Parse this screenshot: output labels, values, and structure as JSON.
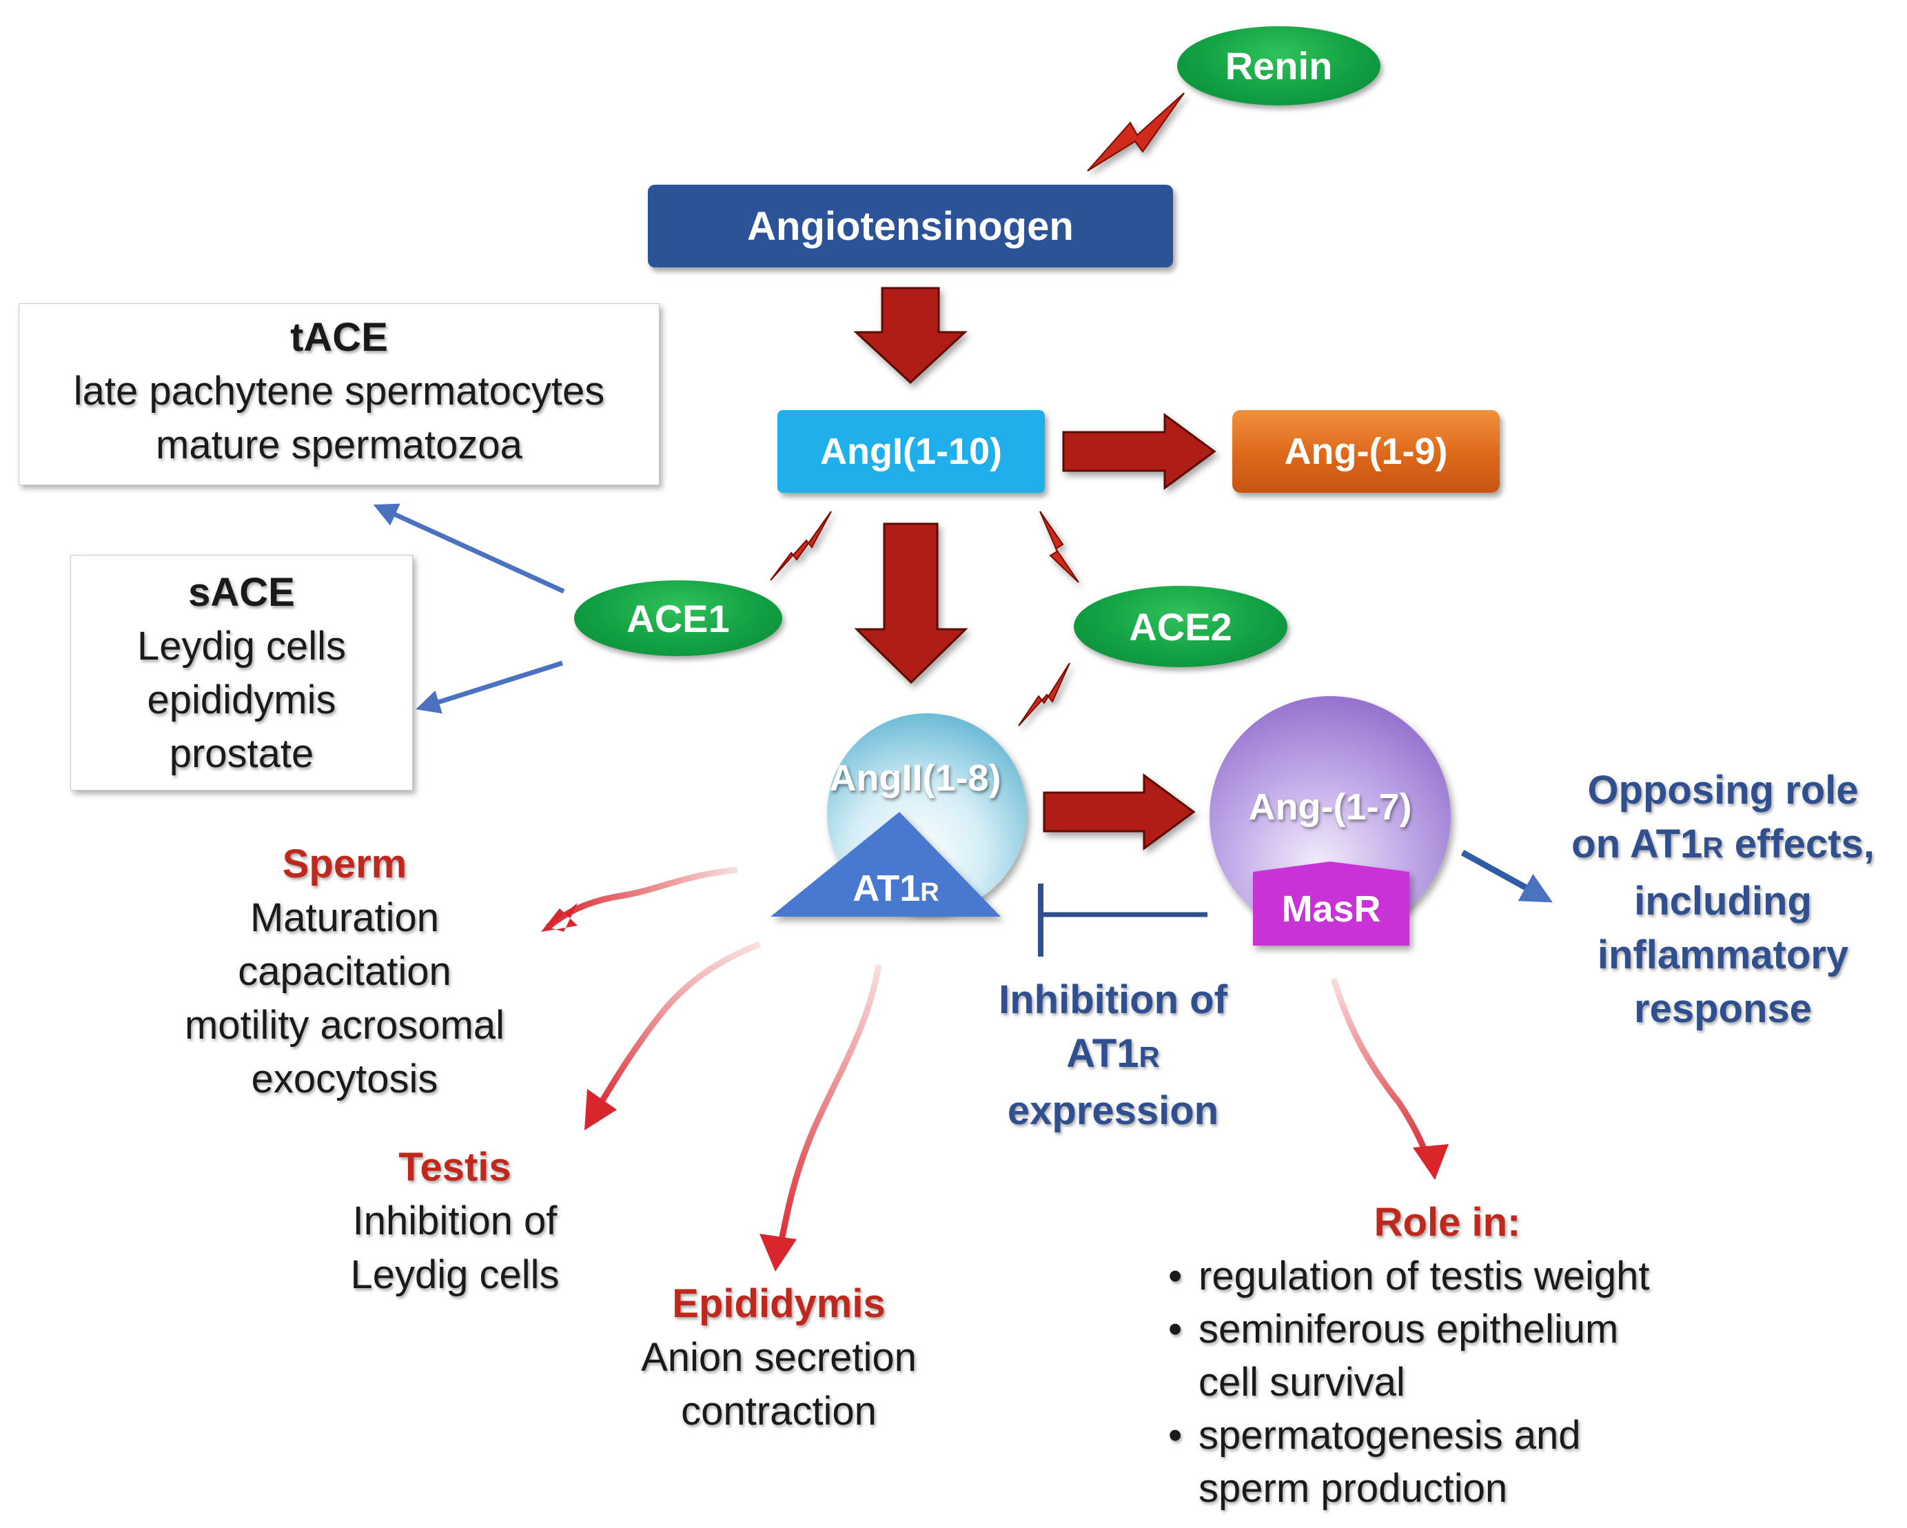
{
  "nodes": {
    "renin": "Renin",
    "angiotensinogen": "Angiotensinogen",
    "ang_1_10": "AngI(1-10)",
    "ang_1_9": "Ang-(1-9)",
    "ace1": "ACE1",
    "ace2": "ACE2",
    "ang_ii": "AngII(1-8)",
    "at1r": {
      "main": "AT1",
      "sub": "R"
    },
    "ang_1_7": "Ang-(1-7)",
    "masr": "MasR"
  },
  "tace_box": {
    "title": "tACE",
    "lines": [
      "late pachytene spermatocytes",
      "mature spermatozoa"
    ]
  },
  "sace_box": {
    "title": "sACE",
    "lines": [
      "Leydig cells",
      "epididymis",
      "prostate"
    ]
  },
  "sperm": {
    "title": "Sperm",
    "lines": [
      "Maturation",
      "capacitation",
      "motility acrosomal",
      "exocytosis"
    ]
  },
  "testis": {
    "title": "Testis",
    "lines": [
      "Inhibition of",
      "Leydig cells"
    ]
  },
  "epididymis": {
    "title": "Epididymis",
    "lines": [
      "Anion secretion",
      "contraction"
    ]
  },
  "inhibition": {
    "line1": "Inhibition of",
    "line2_main": "AT1",
    "line2_sub": "R",
    "line3": "expression"
  },
  "opposing": {
    "line1": "Opposing role",
    "line2_pre": "on AT1",
    "line2_sub": "R",
    "line2_post": " effects,",
    "line3": "including",
    "line4": "inflammatory",
    "line5": "response"
  },
  "role": {
    "title": "Role in:",
    "bullet": "•",
    "items": [
      [
        "regulation of testis weight"
      ],
      [
        "seminiferous epithelium",
        "cell survival"
      ],
      [
        "spermatogenesis and",
        "sperm production"
      ]
    ]
  },
  "colors": {
    "angiotensinogen": "#2c5297",
    "ang_1_10": "#1fb0ec",
    "ang_1_9": "#e06b1f",
    "enzyme_green": "#12a043",
    "ang_ii_sphere": "#7cc8de",
    "at1r": "#4a78d1",
    "ang_1_7_sphere": "#a98ad9",
    "masr": "#c832d6",
    "red_arrow": "#b01c12",
    "blue_arrow": "#4a72c0",
    "navy_text": "#2f4f8f",
    "red_text": "#c0281e"
  }
}
